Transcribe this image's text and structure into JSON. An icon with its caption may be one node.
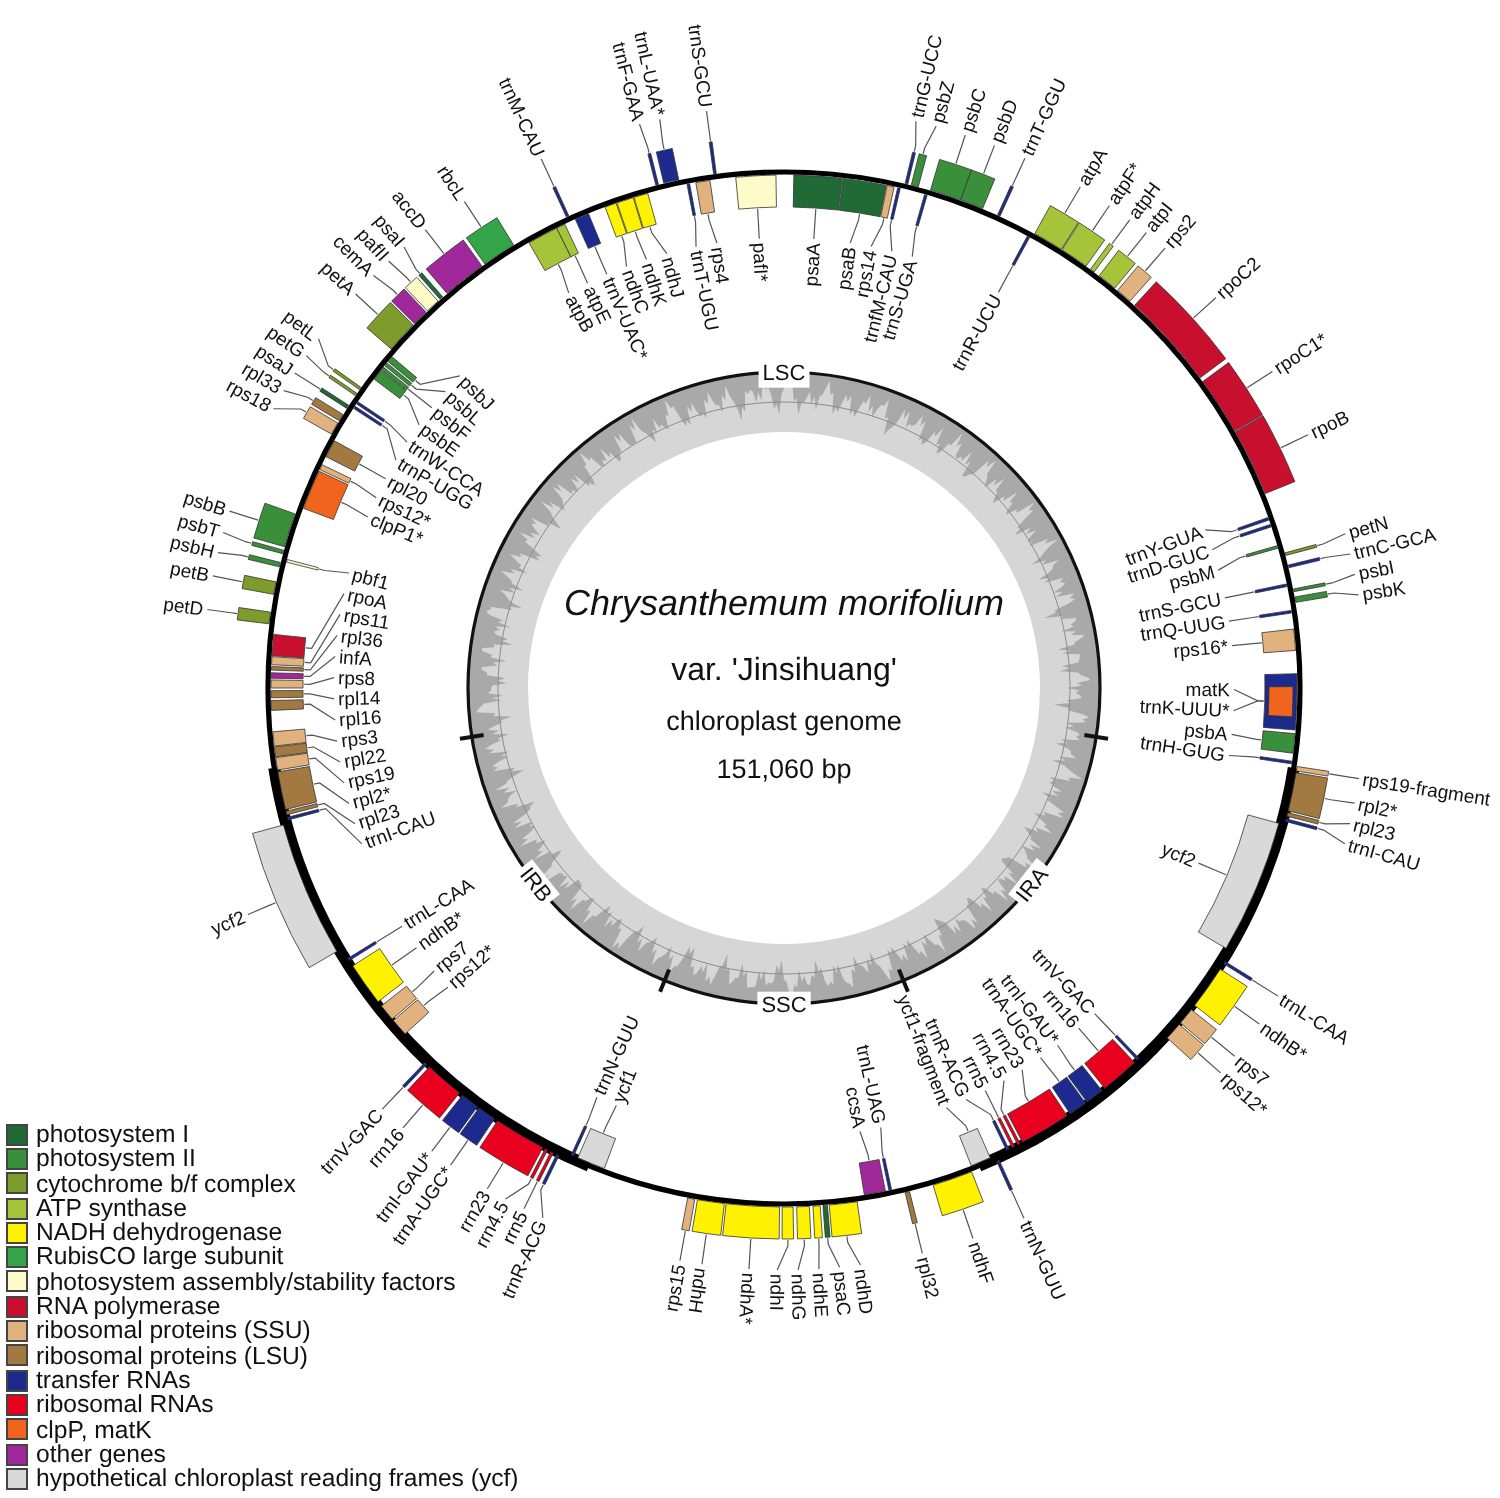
{
  "diagram": {
    "nodes": [
      {
        "text": [
          "psaA"
        ]
      },
      {
        "text": [
          "psaB"
        ]
      },
      {
        "text": [
          "rps14"
        ]
      },
      {
        "text": [
          "trnfM-CAU"
        ]
      },
      {
        "text": [
          "trnG-UCC"
        ]
      },
      {
        "text": [
          "psbZ"
        ]
      },
      {
        "text": [
          "trnS-UGA"
        ]
      },
      {
        "text": [
          "psbC"
        ]
      },
      {
        "text": [
          "psbD"
        ]
      },
      {
        "text": [
          "trnT-GGU"
        ]
      },
      {
        "text": [
          "trnR-UCU"
        ]
      },
      {
        "text": [
          "atpA"
        ]
      },
      {
        "text": [
          "atpF*"
        ]
      },
      {
        "text": [
          "atpH"
        ]
      },
      {
        "text": [
          "atpI"
        ]
      },
      {
        "text": [
          "rps2"
        ]
      },
      {
        "text": [
          "rpoC2"
        ]
      },
      {
        "text": [
          "rpoC1*"
        ]
      },
      {
        "text": [
          "rpoB"
        ]
      },
      {
        "text": [
          "trnY-GUA"
        ]
      },
      {
        "text": [
          "trnD-GUC"
        ]
      },
      {
        "text": [
          "psbM"
        ]
      },
      {
        "text": [
          "petN"
        ]
      },
      {
        "text": [
          "trnC-GCA"
        ]
      },
      {
        "text": [
          "trnS-GCU"
        ]
      },
      {
        "text": [
          "psbI"
        ]
      },
      {
        "text": [
          "psbK"
        ]
      },
      {
        "text": [
          "trnQ-UUG"
        ]
      },
      {
        "text": [
          "rps16*"
        ]
      },
      {
        "text": [
          "trnK-UUU*"
        ]
      },
      {
        "text": [
          "matK"
        ]
      },
      {
        "text": [
          "psbA"
        ]
      },
      {
        "text": [
          "trnH-GUG"
        ]
      },
      {
        "text": [
          "rps19-fragment"
        ]
      },
      {
        "text": [
          "rpl2*"
        ]
      },
      {
        "text": [
          "rpl23"
        ]
      },
      {
        "text": [
          "trnI-CAU"
        ]
      },
      {
        "text": [
          "ycf2"
        ]
      },
      {
        "text": [
          "trnL-CAA"
        ]
      },
      {
        "text": [
          "ndhB*"
        ]
      },
      {
        "text": [
          "rps7"
        ]
      },
      {
        "text": [
          "rps12*"
        ]
      },
      {
        "text": [
          "trnV-GAC"
        ]
      },
      {
        "text": [
          "rrn16"
        ]
      },
      {
        "text": [
          "trnI-GAU*"
        ]
      },
      {
        "text": [
          "trnA-UGC*"
        ]
      },
      {
        "text": [
          "rrn23"
        ]
      },
      {
        "text": [
          "rrn4.5"
        ]
      },
      {
        "text": [
          "rrn5"
        ]
      },
      {
        "text": [
          "trnR-ACG"
        ]
      },
      {
        "text": [
          "trnN-GUU"
        ]
      },
      {
        "text": [
          "ycf1-fragment"
        ]
      },
      {
        "text": [
          "ndhF"
        ]
      },
      {
        "text": [
          "rpl32"
        ]
      },
      {
        "text": [
          "trnL-UAG"
        ]
      },
      {
        "text": [
          "ccsA"
        ]
      },
      {
        "text": [
          "ndhD"
        ]
      },
      {
        "text": [
          "psaC"
        ]
      },
      {
        "text": [
          "ndhE"
        ]
      },
      {
        "text": [
          "ndhG"
        ]
      },
      {
        "text": [
          "ndhI"
        ]
      },
      {
        "text": [
          "ndhA*"
        ]
      },
      {
        "text": [
          "ndhH"
        ]
      },
      {
        "text": [
          "rps15"
        ]
      },
      {
        "text": [
          "ycf1"
        ]
      },
      {
        "text": [
          "trnN-GUU"
        ]
      },
      {
        "text": [
          "trnR-ACG"
        ]
      },
      {
        "text": [
          "rrn5"
        ]
      },
      {
        "text": [
          "rrn4.5"
        ]
      },
      {
        "text": [
          "rrn23"
        ]
      },
      {
        "text": [
          "trnA-UGC*"
        ]
      },
      {
        "text": [
          "trnI-GAU*"
        ]
      },
      {
        "text": [
          "rrn16"
        ]
      },
      {
        "text": [
          "trnV-GAC"
        ]
      },
      {
        "text": [
          "rps12*"
        ]
      },
      {
        "text": [
          "rps7"
        ]
      },
      {
        "text": [
          "ndhB*"
        ]
      },
      {
        "text": [
          "trnL-CAA"
        ]
      },
      {
        "text": [
          "ycf2"
        ]
      },
      {
        "text": [
          "trnI-CAU"
        ]
      },
      {
        "text": [
          "rpl23"
        ]
      },
      {
        "text": [
          "rpl2*"
        ]
      },
      {
        "text": [
          "rps19"
        ]
      },
      {
        "text": [
          "rpl22"
        ]
      },
      {
        "text": [
          "rps3"
        ]
      },
      {
        "text": [
          "rpl16"
        ]
      },
      {
        "text": [
          "rpl14"
        ]
      },
      {
        "text": [
          "rps8"
        ]
      },
      {
        "text": [
          "infA"
        ]
      },
      {
        "text": [
          "rpl36"
        ]
      },
      {
        "text": [
          "rps11"
        ]
      },
      {
        "text": [
          "rpoA"
        ]
      },
      {
        "text": [
          "petD"
        ]
      },
      {
        "text": [
          "petB"
        ]
      },
      {
        "text": [
          "psbH"
        ]
      },
      {
        "text": [
          "pbf1"
        ]
      },
      {
        "text": [
          "psbT"
        ]
      },
      {
        "text": [
          "psbB"
        ]
      },
      {
        "text": [
          "clpP1*"
        ]
      },
      {
        "text": [
          "rps12*"
        ]
      },
      {
        "text": [
          "rpl20"
        ]
      },
      {
        "text": [
          "rps18"
        ]
      },
      {
        "text": [
          "rpl33"
        ]
      },
      {
        "text": [
          "psaJ"
        ]
      },
      {
        "text": [
          "trnP-UGG"
        ]
      },
      {
        "text": [
          "trnW-CCA"
        ]
      },
      {
        "text": [
          "petG"
        ]
      },
      {
        "text": [
          "petL"
        ]
      },
      {
        "text": [
          "psbE"
        ]
      },
      {
        "text": [
          "psbF"
        ]
      },
      {
        "text": [
          "psbL"
        ]
      },
      {
        "text": [
          "psbJ"
        ]
      },
      {
        "text": [
          "petA"
        ]
      },
      {
        "text": [
          "cemA"
        ]
      },
      {
        "text": [
          "pafII"
        ]
      },
      {
        "text": [
          "psaI"
        ]
      },
      {
        "text": [
          "accD"
        ]
      },
      {
        "text": [
          "rbcL"
        ]
      },
      {
        "text": [
          "atpB"
        ]
      },
      {
        "text": [
          "atpE"
        ]
      },
      {
        "text": [
          "trnM-CAU"
        ]
      },
      {
        "text": [
          "trnV-UAC*"
        ]
      },
      {
        "text": [
          "ndhC"
        ]
      },
      {
        "text": [
          "ndhK"
        ]
      },
      {
        "text": [
          "ndhJ"
        ]
      },
      {
        "text": [
          "trnF-GAA"
        ]
      },
      {
        "text": [
          "trnL-UAA*"
        ]
      },
      {
        "text": [
          "trnT-UGU"
        ]
      },
      {
        "text": [
          "rps4"
        ]
      },
      {
        "text": [
          "trnS-GCU"
        ]
      },
      {
        "text": [
          "pafI*"
        ]
      },
      {
        "text": [],
        "shape": "bar"
      },
      {
        "text": [],
        "shape": "bar"
      },
      {
        "text": [],
        "shape": "bar"
      },
      {
        "text": [],
        "shape": "bar"
      },
      {
        "text": [],
        "shape": "bar"
      },
      {
        "text": [],
        "shape": "bar"
      },
      {
        "text": [],
        "shape": "bar"
      },
      {
        "text": [],
        "shape": "bar"
      },
      {
        "text": [],
        "shape": "bar"
      },
      {
        "text": [],
        "shape": "bar"
      },
      {
        "text": [],
        "shape": "bar"
      },
      {
        "text": [],
        "shape": "bar"
      },
      {
        "text": [],
        "shape": "bar"
      },
      {
        "text": [],
        "shape": "bar"
      },
      {
        "text": [],
        "shape": "bar"
      },
      {
        "text": [],
        "shape": "bar"
      },
      {
        "text": [],
        "shape": "bar"
      },
      {
        "text": [],
        "shape": "bar"
      },
      {
        "text": [],
        "shape": "bar"
      },
      {
        "text": [],
        "shape": "bar"
      },
      {
        "text": [],
        "shape": "bar"
      },
      {
        "text": [],
        "shape": "bar"
      },
      {
        "text": [],
        "shape": "bar"
      },
      {
        "text": [],
        "shape": "bar"
      },
      {
        "text": [],
        "shape": "bar"
      },
      {
        "text": [],
        "shape": "bar"
      },
      {
        "text": [],
        "shape": "bar"
      },
      {
        "text": [],
        "shape": "bar"
      },
      {
        "text": [],
        "shape": "bar"
      },
      {
        "text": [],
        "shape": "bar"
      },
      {
        "text": [],
        "shape": "bar",
        "in": 160
      },
      {
        "text": [],
        "shape": "bar"
      },
      {
        "text": [],
        "shape": "bar"
      },
      {
        "text": [],
        "shape": "bar"
      },
      {
        "text": [],
        "shape": "bar"
      },
      {
        "text": [],
        "shape": "bar"
      },
      {
        "text": [],
        "shape": "bar"
      },
      {
        "text": [],
        "shape": "bar"
      },
      {
        "text": [],
        "shape": "bar"
      },
      {
        "text": [],
        "shape": "bar"
      },
      {
        "text": [],
        "shape": "bar"
      },
      {
        "text": [],
        "shape": "bar"
      },
      {
        "text": [],
        "shape": "bar"
      },
      {
        "text": [],
        "shape": "bar"
      },
      {
        "text": [],
        "shape": "bar"
      },
      {
        "text": [],
        "shape": "bar"
      },
      {
        "text": [],
        "shape": "bar"
      },
      {
        "text": [],
        "shape": "bar"
      },
      {
        "text": [],
        "shape": "bar"
      },
      {
        "text": [],
        "shape": "bar"
      },
      {
        "text": [],
        "shape": "bar"
      },
      {
        "text": [],
        "shape": "bar"
      },
      {
        "text": [],
        "shape": "bar"
      },
      {
        "text": [],
        "shape": "bar"
      },
      {
        "text": [],
        "shape": "bar"
      },
      {
        "text": [],
        "shape": "bar"
      },
      {
        "text": [],
        "shape": "bar"
      },
      {
        "text": [],
        "shape": "bar"
      },
      {
        "text": [],
        "shape": "bar"
      },
      {
        "text": [],
        "shape": "bar"
      },
      {
        "text": [],
        "shape": "bar"
      },
      {
        "text": [],
        "shape": "bar"
      },
      {
        "text": [],
        "shape": "bar"
      },
      {
        "text": [],
        "shape": "bar"
      },
      {
        "text": [],
        "shape": "bar"
      },
      {
        "text": [],
        "shape": "bar"
      },
      {
        "text": [],
        "shape": "bar"
      },
      {
        "text": [],
        "shape": "bar"
      },
      {
        "text": [],
        "shape": "bar"
      },
      {
        "text": [],
        "shape": "bar"
      },
      {
        "text": [],
        "shape": "bar"
      },
      {
        "text": [],
        "shape": "bar"
      },
      {
        "text": [],
        "shape": "bar"
      },
      {
        "text": [],
        "shape": "bar"
      },
      {
        "text": [],
        "shape": "bar"
      },
      {
        "text": [],
        "shape": "bar"
      },
      {
        "text": [],
        "shape": "bar"
      },
      {
        "text": [],
        "shape": "bar"
      },
      {
        "text": [],
        "shape": "bar"
      },
      {
        "text": [],
        "shape": "bar"
      },
      {
        "text": [],
        "shape": "bar"
      },
      {
        "text": [],
        "shape": "bar"
      },
      {
        "text": [],
        "shape": "bar"
      },
      {
        "text": [],
        "shape": "bar"
      },
      {
        "text": [],
        "shape": "bar"
      },
      {
        "text": [],
        "shape": "bar"
      },
      {
        "text": [],
        "shape": "bar"
      },
      {
        "text": [],
        "shape": "bar"
      },
      {
        "text": [],
        "shape": "bar"
      },
      {
        "text": [],
        "shape": "bar"
      },
      {
        "text": [],
        "shape": "bar"
      },
      {
        "text": [],
        "shape": "bar"
      },
      {
        "text": [],
        "shape": "bar"
      },
      {
        "text": [],
        "shape": "bar"
      },
      {
        "text": [],
        "shape": "bar"
      },
      {
        "text": [],
        "shape": "bar"
      },
      {
        "text": [],
        "shape": "bar"
      },
      {
        "text": [],
        "shape": "bar"
      },
      {
        "text": [],
        "shape": "bar"
      },
      {
        "text": [],
        "shape": "bar"
      },
      {
        "text": [],
        "shape": "bar"
      },
      {
        "text": [],
        "shape": "bar"
      },
      {
        "text": [],
        "shape": "bar"
      },
      {
        "text": [],
        "shape": "bar"
      },
      {
        "text": [],
        "shape": "bar"
      },
      {
        "text": [],
        "shape": "bar"
      },
      {
        "text": [],
        "shape": "bar"
      },
      {
        "text": [],
        "shape": "bar"
      },
      {
        "text": [],
        "shape": "bar"
      },
      {
        "text": [],
        "shape": "bar"
      },
      {
        "text": [],
        "shape": "bar"
      },
      {
        "text": [],
        "shape": "bar"
      },
      {
        "text": [],
        "shape": "bar"
      },
      {
        "text": [],
        "shape": "bar"
      },
      {
        "text": [],
        "shape": "bar"
      },
      {
        "text": [],
        "shape": "bar"
      },
      {
        "text": [],
        "shape": "bar"
      },
      {
        "text": [],
        "shape": "bar"
      },
      {
        "text": [],
        "shape": "bar"
      },
      {
        "text": [],
        "shape": "bar"
      },
      {
        "text": [],
        "shape": "bar"
      },
      {
        "text": [],
        "shape": "bar"
      },
      {
        "text": [],
        "shape": "bar"
      },
      {
        "text": [],
        "shape": "bar"
      },
      {
        "text": [],
        "shape": "bar"
      },
      {
        "text": [],
        "shape": "bar"
      },
      {
        "text": [],
        "shape": "bar"
      },
      {
        "text": [],
        "shape": "bar"
      },
      {
        "text": [],
        "shape": "bar"
      },
      {
        "text": [],
        "shape": "bar"
      },
      {
        "text": [],
        "shape": "bar"
      }
    ],
    "edges": [
      {
        "from": 0,
        "to": 131,
        "arrow": "none"
      },
      {
        "from": 1,
        "to": 132,
        "arrow": "none"
      },
      {
        "from": 2,
        "to": 133,
        "arrow": "none"
      },
      {
        "from": 3,
        "to": 134,
        "arrow": "none"
      },
      {
        "from": 4,
        "to": 135,
        "arrow": "none"
      },
      {
        "from": 5,
        "to": 136,
        "arrow": "none"
      },
      {
        "from": 6,
        "to": 137,
        "arrow": "none"
      },
      {
        "from": 7,
        "to": 138,
        "arrow": "none"
      },
      {
        "from": 8,
        "to": 139,
        "arrow": "none"
      },
      {
        "from": 9,
        "to": 140,
        "arrow": "none"
      },
      {
        "from": 10,
        "to": 141,
        "arrow": "none"
      },
      {
        "from": 11,
        "to": 142,
        "arrow": "none"
      },
      {
        "from": 12,
        "to": 143,
        "arrow": "none"
      },
      {
        "from": 13,
        "to": 144,
        "arrow": "none"
      },
      {
        "from": 14,
        "to": 145,
        "arrow": "none"
      },
      {
        "from": 15,
        "to": 146,
        "arrow": "none"
      },
      {
        "from": 16,
        "to": 147,
        "arrow": "none"
      },
      {
        "from": 17,
        "to": 148,
        "arrow": "none"
      },
      {
        "from": 18,
        "to": 149,
        "arrow": "none"
      },
      {
        "from": 19,
        "to": 150,
        "arrow": "none"
      },
      {
        "from": 20,
        "to": 151,
        "arrow": "none"
      },
      {
        "from": 21,
        "to": 152,
        "arrow": "none"
      },
      {
        "from": 22,
        "to": 153,
        "arrow": "none"
      },
      {
        "from": 23,
        "to": 154,
        "arrow": "none"
      },
      {
        "from": 24,
        "to": 155,
        "arrow": "none"
      },
      {
        "from": 25,
        "to": 156,
        "arrow": "none"
      },
      {
        "from": 26,
        "to": 157,
        "arrow": "none"
      },
      {
        "from": 27,
        "to": 158,
        "arrow": "none"
      },
      {
        "from": 28,
        "to": 159,
        "arrow": "none"
      },
      {
        "from": 29,
        "to": 160,
        "arrow": "none"
      },
      {
        "from": 30,
        "to": 161,
        "arrow": "none"
      },
      {
        "from": 31,
        "to": 162,
        "arrow": "none"
      },
      {
        "from": 32,
        "to": 163,
        "arrow": "none"
      },
      {
        "from": 33,
        "to": 164,
        "arrow": "none"
      },
      {
        "from": 34,
        "to": 165,
        "arrow": "none"
      },
      {
        "from": 35,
        "to": 166,
        "arrow": "none"
      },
      {
        "from": 36,
        "to": 167,
        "arrow": "none"
      },
      {
        "from": 37,
        "to": 168,
        "arrow": "none"
      },
      {
        "from": 38,
        "to": 169,
        "arrow": "none"
      },
      {
        "from": 39,
        "to": 170,
        "arrow": "none"
      },
      {
        "from": 40,
        "to": 171,
        "arrow": "none"
      },
      {
        "from": 41,
        "to": 172,
        "arrow": "none"
      },
      {
        "from": 42,
        "to": 173,
        "arrow": "none"
      },
      {
        "from": 43,
        "to": 174,
        "arrow": "none"
      },
      {
        "from": 44,
        "to": 175,
        "arrow": "none"
      },
      {
        "from": 45,
        "to": 176,
        "arrow": "none"
      },
      {
        "from": 46,
        "to": 177,
        "arrow": "none"
      },
      {
        "from": 47,
        "to": 178,
        "arrow": "none"
      },
      {
        "from": 48,
        "to": 179,
        "arrow": "none"
      },
      {
        "from": 49,
        "to": 180,
        "arrow": "none"
      },
      {
        "from": 50,
        "to": 181,
        "arrow": "none"
      },
      {
        "from": 51,
        "to": 182,
        "arrow": "none"
      },
      {
        "from": 52,
        "to": 183,
        "arrow": "none"
      },
      {
        "from": 53,
        "to": 184,
        "arrow": "none"
      },
      {
        "from": 54,
        "to": 185,
        "arrow": "none"
      },
      {
        "from": 55,
        "to": 186,
        "arrow": "none"
      },
      {
        "from": 56,
        "to": 187,
        "arrow": "none"
      },
      {
        "from": 57,
        "to": 188,
        "arrow": "none"
      },
      {
        "from": 58,
        "to": 189,
        "arrow": "none"
      },
      {
        "from": 59,
        "to": 190,
        "arrow": "none"
      },
      {
        "from": 60,
        "to": 191,
        "arrow": "none"
      },
      {
        "from": 61,
        "to": 192,
        "arrow": "none"
      },
      {
        "from": 62,
        "to": 193,
        "arrow": "none"
      },
      {
        "from": 63,
        "to": 194,
        "arrow": "none"
      },
      {
        "from": 64,
        "to": 195,
        "arrow": "none"
      },
      {
        "from": 65,
        "to": 196,
        "arrow": "none"
      },
      {
        "from": 66,
        "to": 197,
        "arrow": "none"
      },
      {
        "from": 67,
        "to": 198,
        "arrow": "none"
      },
      {
        "from": 68,
        "to": 199,
        "arrow": "none"
      },
      {
        "from": 69,
        "to": 200,
        "arrow": "none"
      },
      {
        "from": 70,
        "to": 201,
        "arrow": "none"
      },
      {
        "from": 71,
        "to": 202,
        "arrow": "none"
      },
      {
        "from": 72,
        "to": 203,
        "arrow": "none"
      },
      {
        "from": 73,
        "to": 204,
        "arrow": "none"
      },
      {
        "from": 74,
        "to": 205,
        "arrow": "none"
      },
      {
        "from": 75,
        "to": 206,
        "arrow": "none"
      },
      {
        "from": 76,
        "to": 207,
        "arrow": "none"
      },
      {
        "from": 77,
        "to": 208,
        "arrow": "none"
      },
      {
        "from": 78,
        "to": 209,
        "arrow": "none"
      },
      {
        "from": 79,
        "to": 210,
        "arrow": "none"
      },
      {
        "from": 80,
        "to": 211,
        "arrow": "none"
      },
      {
        "from": 81,
        "to": 212,
        "arrow": "none"
      },
      {
        "from": 82,
        "to": 213,
        "arrow": "none"
      },
      {
        "from": 83,
        "to": 214,
        "arrow": "none"
      },
      {
        "from": 84,
        "to": 215,
        "arrow": "none"
      },
      {
        "from": 85,
        "to": 216,
        "arrow": "none"
      },
      {
        "from": 86,
        "to": 217,
        "arrow": "none"
      },
      {
        "from": 87,
        "to": 218,
        "arrow": "none"
      },
      {
        "from": 88,
        "to": 219,
        "arrow": "none"
      },
      {
        "from": 89,
        "to": 220,
        "arrow": "none"
      },
      {
        "from": 90,
        "to": 221,
        "arrow": "none"
      },
      {
        "from": 91,
        "to": 222,
        "arrow": "none"
      },
      {
        "from": 92,
        "to": 223,
        "arrow": "none"
      },
      {
        "from": 93,
        "to": 224,
        "arrow": "none"
      },
      {
        "from": 94,
        "to": 225,
        "arrow": "none"
      },
      {
        "from": 95,
        "to": 226,
        "arrow": "none"
      },
      {
        "from": 96,
        "to": 227,
        "arrow": "none"
      },
      {
        "from": 97,
        "to": 228,
        "arrow": "none"
      },
      {
        "from": 98,
        "to": 229,
        "arrow": "none"
      },
      {
        "from": 99,
        "to": 230,
        "arrow": "none"
      },
      {
        "from": 100,
        "to": 231,
        "arrow": "none"
      },
      {
        "from": 101,
        "to": 232,
        "arrow": "none"
      },
      {
        "from": 102,
        "to": 233,
        "arrow": "none"
      },
      {
        "from": 103,
        "to": 234,
        "arrow": "none"
      },
      {
        "from": 104,
        "to": 235,
        "arrow": "none"
      },
      {
        "from": 105,
        "to": 236,
        "arrow": "none"
      },
      {
        "from": 106,
        "to": 237,
        "arrow": "none"
      },
      {
        "from": 107,
        "to": 238,
        "arrow": "none"
      },
      {
        "from": 108,
        "to": 239,
        "arrow": "none"
      },
      {
        "from": 109,
        "to": 240,
        "arrow": "none"
      },
      {
        "from": 110,
        "to": 241,
        "arrow": "none"
      },
      {
        "from": 111,
        "to": 242,
        "arrow": "none"
      },
      {
        "from": 112,
        "to": 243,
        "arrow": "none"
      },
      {
        "from": 113,
        "to": 244,
        "arrow": "none"
      },
      {
        "from": 114,
        "to": 245,
        "arrow": "none"
      },
      {
        "from": 115,
        "to": 246,
        "arrow": "none"
      },
      {
        "from": 116,
        "to": 247,
        "arrow": "none"
      },
      {
        "from": 117,
        "to": 248,
        "arrow": "none"
      },
      {
        "from": 118,
        "to": 249,
        "arrow": "none"
      },
      {
        "from": 119,
        "to": 250,
        "arrow": "none"
      },
      {
        "from": 120,
        "to": 251,
        "arrow": "none"
      },
      {
        "from": 121,
        "to": 252,
        "arrow": "none"
      },
      {
        "from": 122,
        "to": 253,
        "arrow": "none"
      },
      {
        "from": 123,
        "to": 254,
        "arrow": "none"
      },
      {
        "from": 124,
        "to": 255,
        "arrow": "none"
      },
      {
        "from": 125,
        "to": 256,
        "arrow": "none"
      },
      {
        "from": 126,
        "to": 257,
        "arrow": "none"
      },
      {
        "from": 127,
        "to": 258,
        "arrow": "none"
      },
      {
        "from": 128,
        "to": 259,
        "arrow": "none"
      },
      {
        "from": 129,
        "to": 260,
        "arrow": "none"
      },
      {
        "from": 130,
        "to": 261,
        "arrow": "none"
      }
    ],
    "labels": [
      "LSC",
      "Chrysanthemum morifolium",
      "var. 'Jinsihuang'",
      "chloroplast genome",
      "151,060 bp",
      "IRB",
      "IRA",
      "SSC"
    ],
    "legend": [
      {
        "text": "photosystem I",
        "color": "#1f6a35"
      },
      {
        "text": "photosystem II",
        "color": "#3a8f3a"
      },
      {
        "text": "cytochrome b/f complex",
        "color": "#7d9c2b"
      },
      {
        "text": "ATP synthase",
        "color": "#a6c43a"
      },
      {
        "text": "NADH dehydrogenase",
        "color": "#fff200"
      },
      {
        "text": "RubisCO large subunit",
        "color": "#33a447"
      },
      {
        "text": "photosystem assembly/stability factors",
        "color": "#fffbc8"
      },
      {
        "text": "RNA polymerase",
        "color": "#c8102e"
      },
      {
        "text": "ribosomal proteins (SSU)",
        "color": "#e2b27e"
      },
      {
        "text": "ribosomal proteins (LSU)",
        "color": "#a27a41"
      },
      {
        "text": "transfer RNAs",
        "color": "#1b2a8c"
      },
      {
        "text": "ribosomal RNAs",
        "color": "#e8001e"
      },
      {
        "text": "clpP, matK",
        "color": "#f0641e"
      },
      {
        "text": "other genes",
        "color": "#a0289a"
      },
      {
        "text": "hypothetical chloroplast reading frames (ycf)",
        "color": "#d9d9d9"
      }
    ]
  }
}
